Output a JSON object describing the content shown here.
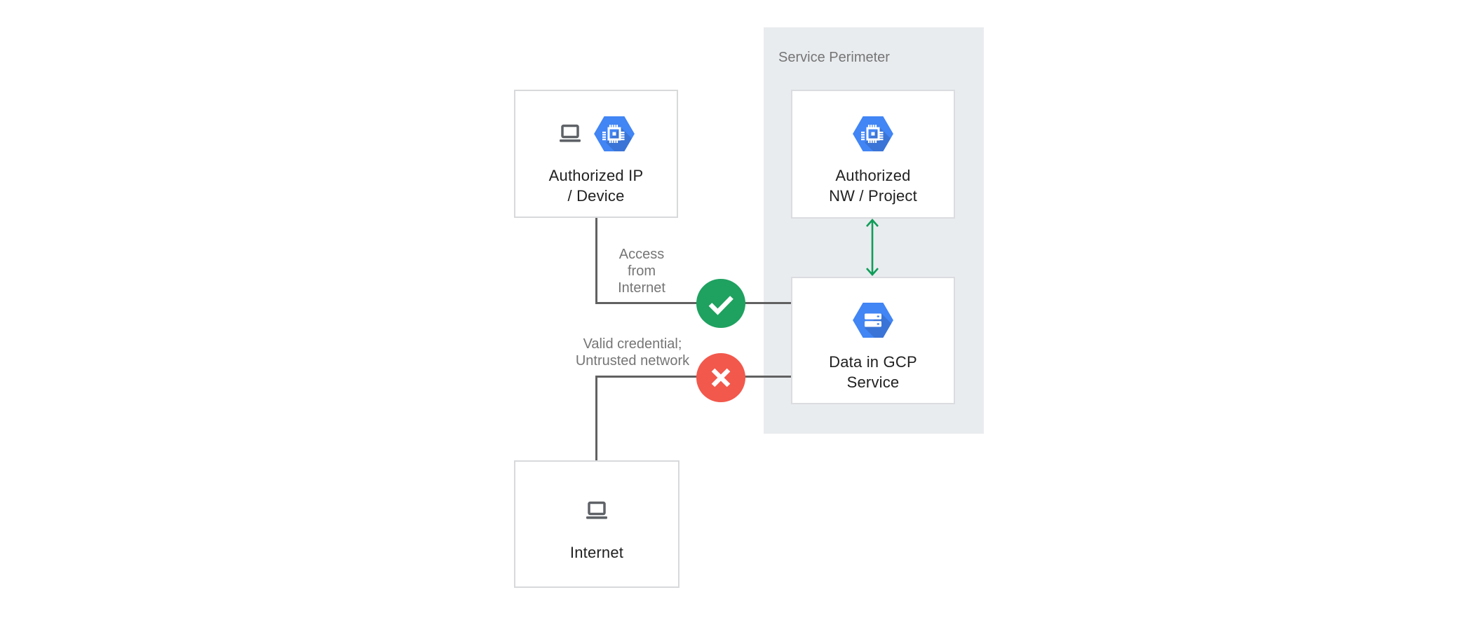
{
  "perimeter": {
    "label": "Service Perimeter"
  },
  "nodes": {
    "authorized_ip_device": {
      "line1": "Authorized IP",
      "line2": "/ Device"
    },
    "authorized_nw_project": {
      "line1": "Authorized",
      "line2": "NW / Project"
    },
    "data_in_gcp_service": {
      "line1": "Data in GCP",
      "line2": "Service"
    },
    "internet": {
      "label": "Internet"
    }
  },
  "edges": {
    "access_from_internet": {
      "line1": "Access",
      "line2": "from",
      "line3": "Internet",
      "status": "allowed"
    },
    "valid_credential_untrusted": {
      "line1": "Valid credential;",
      "line2": "Untrusted network",
      "status": "denied"
    },
    "nw_project_to_data": {
      "status": "bidirectional-allowed"
    }
  },
  "icons": {
    "laptop": "laptop-icon",
    "compute_hexagon": "gcp-compute-hexagon-icon",
    "storage_hexagon": "gcp-storage-hexagon-icon",
    "check": "check-icon",
    "cross": "x-icon",
    "double_arrow": "bidirectional-arrow-icon"
  },
  "colors": {
    "gcp_blue": "#4285F4",
    "hexagon_shadow": "rgba(0,0,0,0.12)",
    "allowed_green": "#1FA160",
    "arrow_green": "#0F9D58",
    "denied_red": "#F2584C",
    "connector_gray": "#616161",
    "label_gray": "#757575",
    "title_dark": "#212121",
    "panel_gray": "#E9ECEF",
    "border_gray": "#DADCE0",
    "device_icon_gray": "#5F6368"
  }
}
